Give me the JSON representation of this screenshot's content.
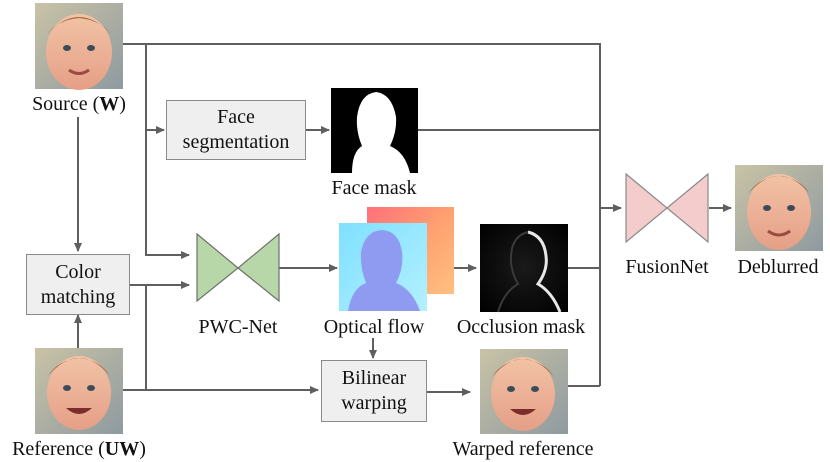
{
  "labels": {
    "source_prefix": "Source (",
    "source_bold": "W",
    "source_suffix": ")",
    "reference_prefix": "Reference (",
    "reference_bold": "UW",
    "reference_suffix": ")",
    "face_segmentation": "Face\nsegmentation",
    "face_mask": "Face mask",
    "color_matching": "Color\nmatching",
    "pwc_net": "PWC-Net",
    "optical_flow": "Optical flow",
    "occlusion_mask": "Occlusion mask",
    "bilinear_warping": "Bilinear\nwarping",
    "warped_reference": "Warped reference",
    "fusion_net": "FusionNet",
    "deblurred": "Deblurred"
  },
  "colors": {
    "arrow": "#5f5f5f",
    "box_fill": "#efefef",
    "pwc_net_fill": "#b7d7a8",
    "fusion_net_fill": "#f4cccc"
  }
}
